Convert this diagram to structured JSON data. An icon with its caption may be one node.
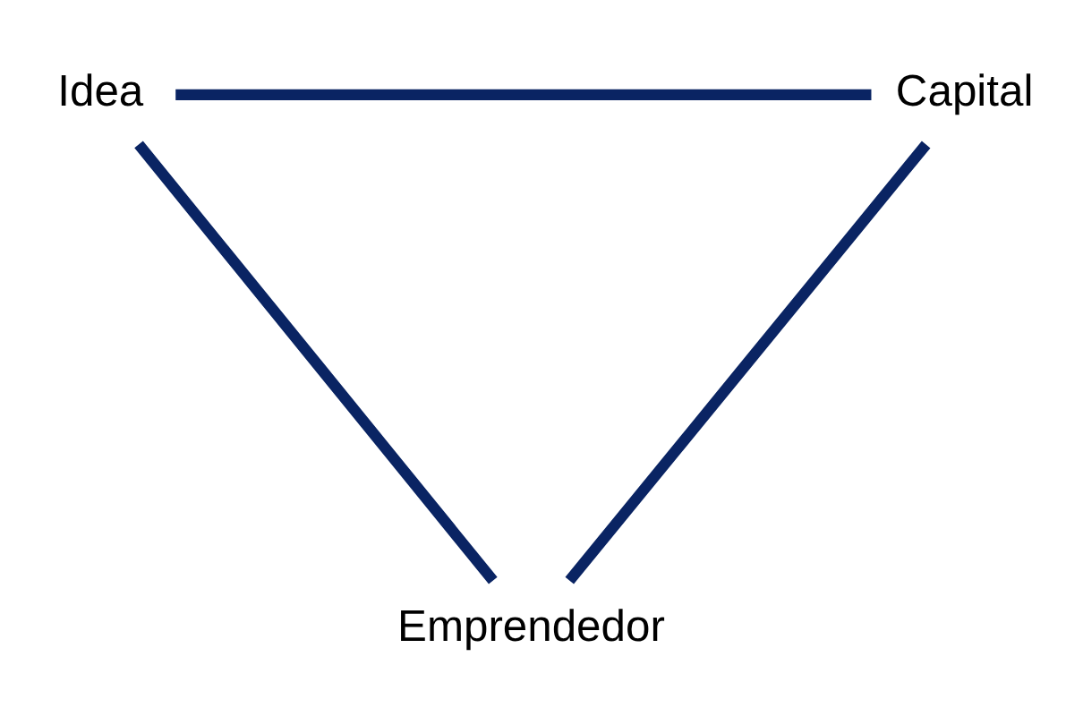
{
  "diagram": {
    "nodes": [
      {
        "text": [
          "Idea"
        ]
      },
      {
        "text": [
          "Capital"
        ]
      },
      {
        "text": [
          "Emprendedor"
        ]
      }
    ],
    "edges": [
      {
        "from": 0,
        "to": 1,
        "arrow": "none"
      },
      {
        "from": 0,
        "to": 2,
        "arrow": "none"
      },
      {
        "from": 1,
        "to": 2,
        "arrow": "none"
      }
    ]
  }
}
